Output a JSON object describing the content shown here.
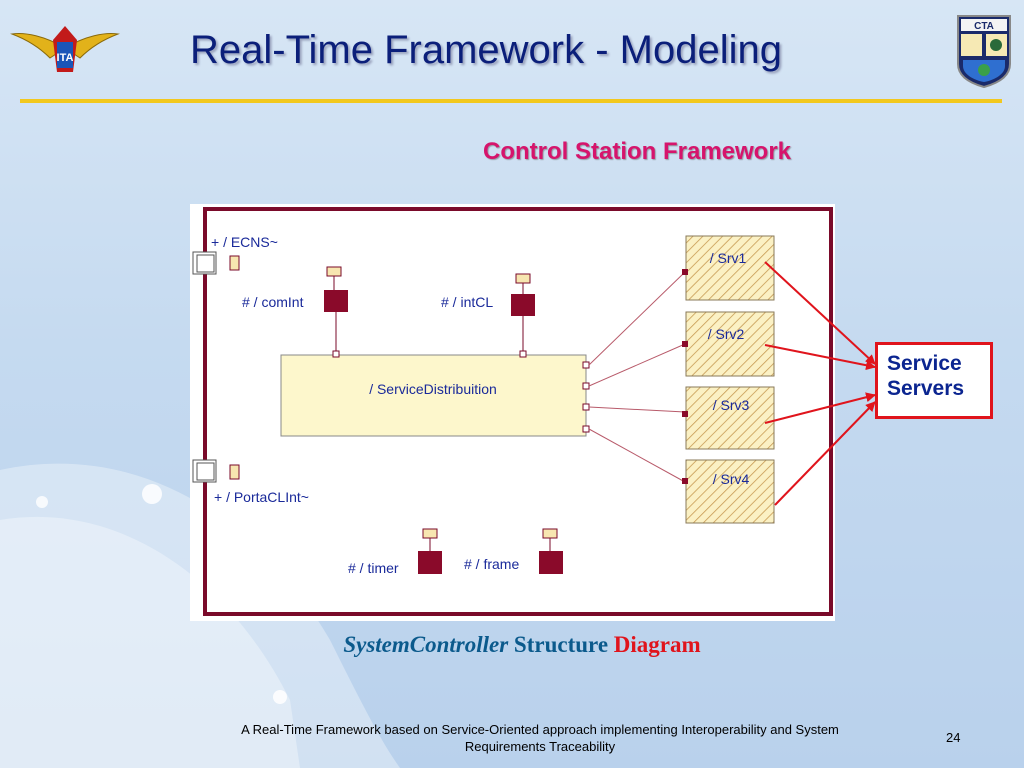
{
  "slide": {
    "title": "Real-Time Framework - Modeling",
    "subtitle": "Control Station Framework",
    "caption": {
      "italic_part": "SystemController",
      "middle_part": "Structure",
      "red_part": "Diagram"
    },
    "footer": "A Real-Time Framework based on Service-Oriented approach implementing Interoperability and System Requirements Traceability",
    "page_number": "24",
    "logo_right_text": "CTA"
  },
  "diagram": {
    "ports": {
      "ecns": "+ / ECNS~",
      "portacl": "+ / PortaCLInt~",
      "comint": "# / comInt",
      "intcl": "# / intCL",
      "timer": "# / timer",
      "frame": "# / frame"
    },
    "main_part": "/ ServiceDistribuition",
    "servers": [
      "/ Srv1",
      "/ Srv2",
      "/ Srv3",
      "/ Srv4"
    ]
  },
  "callout": {
    "line1": "Service",
    "line2": "Servers"
  },
  "colors": {
    "title": "#0b1f7a",
    "subtitle": "#d6146c",
    "rule": "#f2c81e",
    "frame": "#7a0a2a",
    "arrow": "#e0141c",
    "callout_text": "#0b2590"
  }
}
